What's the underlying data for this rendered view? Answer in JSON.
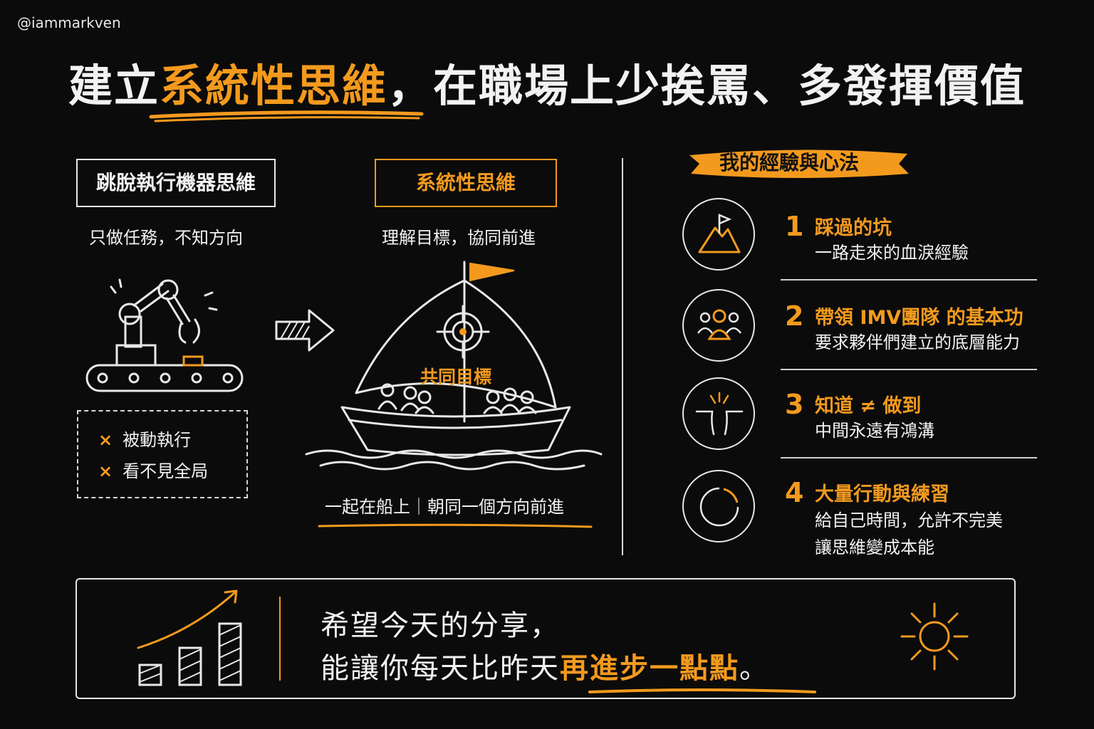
{
  "handle": "@iammarkven",
  "title": {
    "part1": "建立",
    "highlight": "系統性思維",
    "part2": "，在職場上少挨罵、多發揮價值"
  },
  "left": {
    "label": "跳脫執行機器思維",
    "subtitle": "只做任務，不知方向",
    "cons": [
      "被動執行",
      "看不見全局"
    ],
    "cross": "×"
  },
  "middle": {
    "label": "系統性思維",
    "subtitle": "理解目標，協同前進",
    "goal": "共同目標",
    "caption": "一起在船上｜朝同一個方向前進"
  },
  "right": {
    "banner": "我的經驗與心法",
    "items": [
      {
        "num": "1",
        "title": "踩過的坑",
        "desc": [
          "一路走來的血淚經驗"
        ],
        "icon": "mountain-flag-icon"
      },
      {
        "num": "2",
        "title": "帶領 IMV團隊 的基本功",
        "desc": [
          "要求夥伴們建立的底層能力"
        ],
        "icon": "team-icon"
      },
      {
        "num": "3",
        "title": "知道 ≠ 做到",
        "desc": [
          "中間永遠有鴻溝"
        ],
        "icon": "gap-icon"
      },
      {
        "num": "4",
        "title": "大量行動與練習",
        "desc": [
          "給自己時間，允許不完美",
          "讓思維變成本能"
        ],
        "icon": "cycle-icon"
      }
    ]
  },
  "bottom": {
    "line1": "希望今天的分享，",
    "line2_pre": "能讓你每天比昨天",
    "line2_hl": "再進步一點點",
    "line2_post": "。"
  },
  "colors": {
    "accent": "#f39a1e",
    "background": "#0b0b0b",
    "text": "#f2f2f2"
  }
}
